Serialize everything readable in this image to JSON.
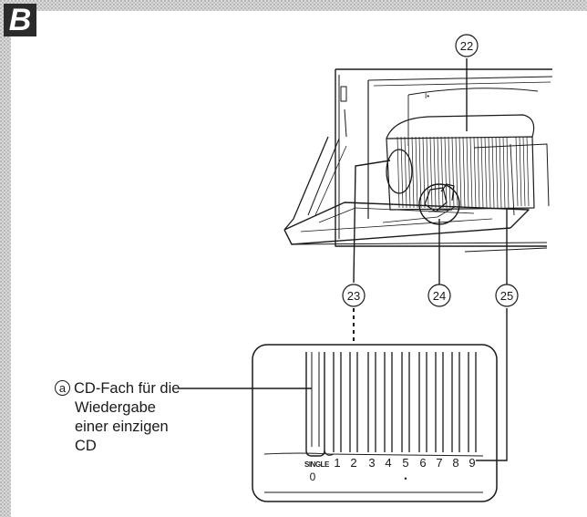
{
  "section_letter": "B",
  "callouts": {
    "c22": "㉒",
    "c23": "㉓",
    "c24": "㉔",
    "c25": "㉕"
  },
  "detail": {
    "single_label": "SINGLE",
    "zero_label": "0",
    "slot_numbers": [
      "1",
      "2",
      "3",
      "4",
      "5",
      "6",
      "7",
      "8",
      "9"
    ],
    "dot": "•"
  },
  "annotation": {
    "marker": "a",
    "lines": [
      "CD-Fach für die",
      "Wiedergabe",
      "einer einzigen",
      "CD"
    ]
  },
  "colors": {
    "line": "#1a1a1a",
    "badge": "#2b2b2b",
    "border_pattern": "#bdbdbd"
  }
}
